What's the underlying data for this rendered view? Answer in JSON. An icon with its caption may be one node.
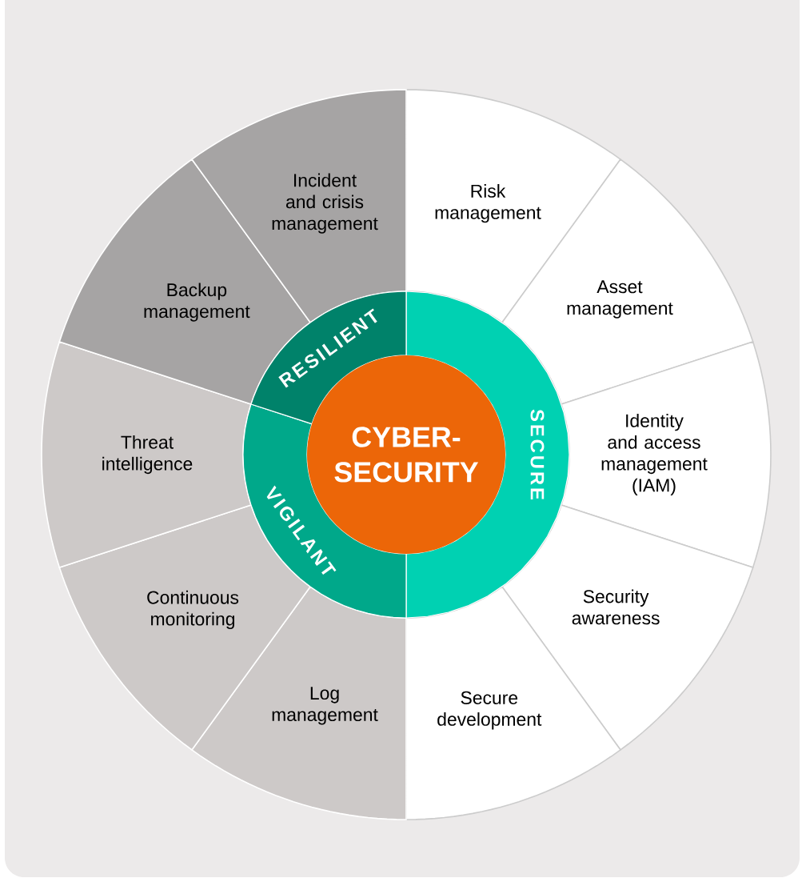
{
  "diagram": {
    "nodes": [
      {
        "text": [
          "Risk management"
        ]
      },
      {
        "text": [
          "Asset management"
        ]
      },
      {
        "text": [
          "Identity and access management (IAM)"
        ]
      },
      {
        "text": [
          "Security awareness"
        ]
      },
      {
        "text": [
          "Secure development"
        ]
      },
      {
        "text": [
          "Log management"
        ]
      },
      {
        "text": [
          "Continuous monitoring"
        ]
      },
      {
        "text": [
          "Threat intelligence"
        ]
      },
      {
        "text": [
          "Backup management"
        ]
      },
      {
        "text": [
          "Incident and crisis management"
        ]
      },
      {
        "text": [
          "SECURE"
        ]
      },
      {
        "text": [
          "VIGILANT"
        ]
      },
      {
        "text": [
          "RESILIENT"
        ]
      },
      {
        "text": [
          "CYBER-SECURITY"
        ]
      }
    ]
  }
}
